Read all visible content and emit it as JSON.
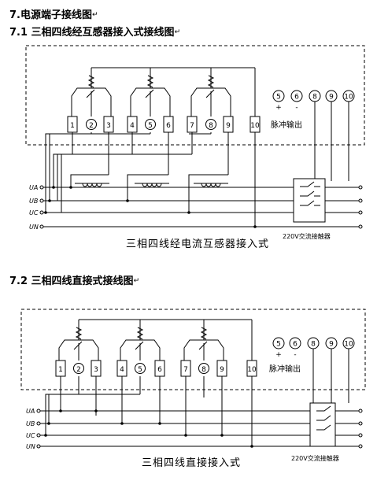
{
  "headings": {
    "main": "7.电源端子接线图",
    "sec1": "7.1 三相四线经互感器接入式接线图",
    "sec2": "7.2 三相四线直接式接线图",
    "return_mark": "↵"
  },
  "diagram1": {
    "terminals": [
      "1",
      "2",
      "3",
      "4",
      "5",
      "6",
      "7",
      "8",
      "9",
      "10"
    ],
    "outputs": [
      "5",
      "6",
      "8",
      "9",
      "10"
    ],
    "output_signs": [
      "+",
      "-"
    ],
    "pulse_label": "脉冲输出",
    "lines": [
      "UA",
      "UB",
      "UC",
      "UN"
    ],
    "caption": "三相四线经电流互感器接入式",
    "contactor": "220V交流接触器"
  },
  "diagram2": {
    "terminals": [
      "1",
      "2",
      "3",
      "4",
      "5",
      "6",
      "7",
      "8",
      "9",
      "10"
    ],
    "outputs": [
      "5",
      "6",
      "8",
      "9",
      "10"
    ],
    "output_signs": [
      "+",
      "-"
    ],
    "pulse_label": "脉冲输出",
    "lines": [
      "UA",
      "UB",
      "UC",
      "UN"
    ],
    "caption": "三相四线直接接入式",
    "contactor": "220V交流接触器"
  }
}
